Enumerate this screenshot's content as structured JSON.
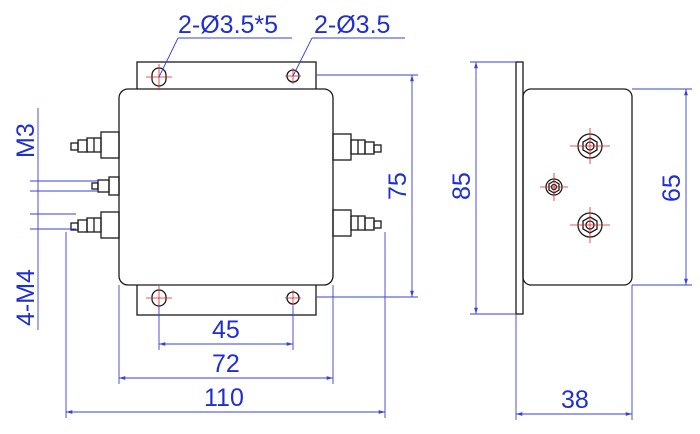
{
  "labels": {
    "hole_slots": "2-Ø3.5*5",
    "hole_round": "2-Ø3.5",
    "thread_small": "M3",
    "thread_large": "4-M4",
    "dim_45": "45",
    "dim_72": "72",
    "dim_110": "110",
    "dim_75": "75",
    "dim_85": "85",
    "dim_65": "65",
    "dim_38": "38"
  },
  "colors": {
    "dimension": "#1f2fd0",
    "outline": "#1a1a1a",
    "centerline": "#e02020"
  }
}
